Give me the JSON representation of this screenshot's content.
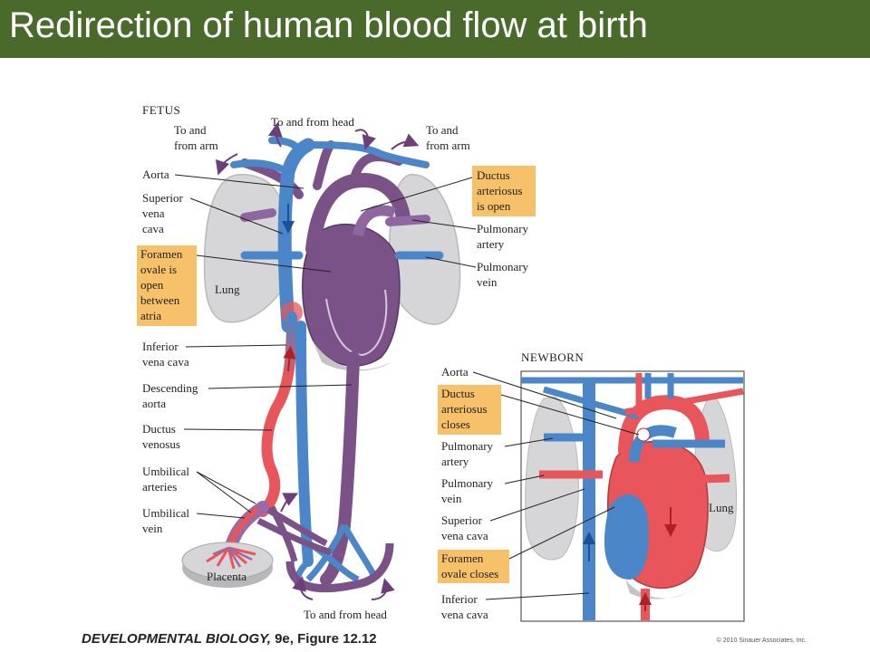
{
  "slide": {
    "title": "Redirection of human blood flow at birth"
  },
  "fetus": {
    "heading": "FETUS",
    "labels": {
      "to_from_arm_left_1": "To and",
      "to_from_arm_left_2": "from arm",
      "to_from_head_top": "To and from head",
      "to_from_arm_right_1": "To and",
      "to_from_arm_right_2": "from arm",
      "aorta": "Aorta",
      "svc_1": "Superior",
      "svc_2": "vena",
      "svc_3": "cava",
      "foramen_1": "Foramen",
      "foramen_2": "ovale is",
      "foramen_3": "open",
      "foramen_4": "between",
      "foramen_5": "atria",
      "lung": "Lung",
      "ivc_1": "Inferior",
      "ivc_2": "vena cava",
      "desc_aorta_1": "Descending",
      "desc_aorta_2": "aorta",
      "ductus_venosus_1": "Ductus",
      "ductus_venosus_2": "venosus",
      "umb_arteries_1": "Umbilical",
      "umb_arteries_2": "arteries",
      "umb_vein_1": "Umbilical",
      "umb_vein_2": "vein",
      "placenta": "Placenta",
      "to_from_head_bottom": "To and from head",
      "ductus_art_1": "Ductus",
      "ductus_art_2": "arteriosus",
      "ductus_art_3": "is open",
      "pulm_artery_1": "Pulmonary",
      "pulm_artery_2": "artery",
      "pulm_vein_1": "Pulmonary",
      "pulm_vein_2": "vein"
    }
  },
  "newborn": {
    "heading": "NEWBORN",
    "labels": {
      "aorta": "Aorta",
      "ductus_1": "Ductus",
      "ductus_2": "arteriosus",
      "ductus_3": "closes",
      "pulm_artery_1": "Pulmonary",
      "pulm_artery_2": "artery",
      "pulm_vein_1": "Pulmonary",
      "pulm_vein_2": "vein",
      "svc_1": "Superior",
      "svc_2": "vena cava",
      "foramen_1": "Foramen",
      "foramen_2": "ovale closes",
      "ivc_1": "Inferior",
      "ivc_2": "vena cava",
      "lung": "Lung"
    }
  },
  "footer": {
    "book": "DEVELOPMENTAL BIOLOGY,",
    "figure": " 9e, Figure 12.12",
    "copyright": "© 2010 Sinauer Associates, Inc."
  },
  "colors": {
    "title_bar": "#4a6a2c",
    "highlight": "#f7c16a",
    "venous_blue": "#4a86c8",
    "arterial_red": "#e8555a",
    "mixed_purple": "#7a5288",
    "lung_gray": "#d6d6d8"
  }
}
